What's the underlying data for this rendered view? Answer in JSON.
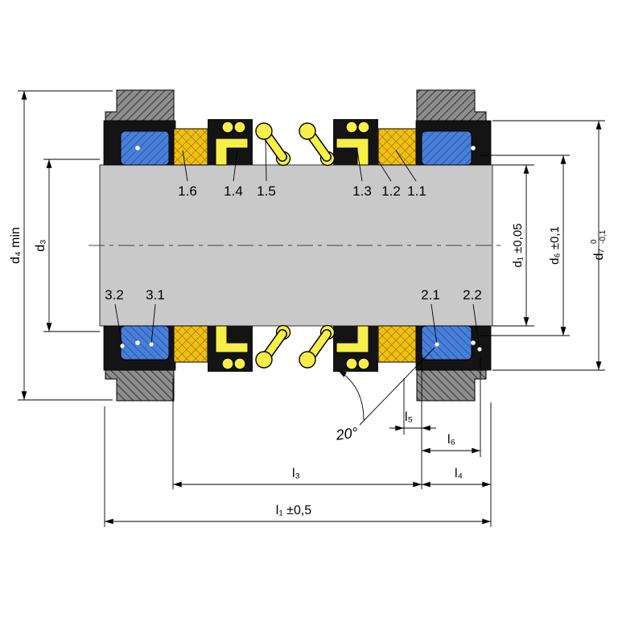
{
  "title": "Mechanical seal cross-section technical drawing",
  "parts": {
    "p11": "1.1",
    "p12": "1.2",
    "p13": "1.3",
    "p14": "1.4",
    "p15": "1.5",
    "p16": "1.6",
    "p21": "2.1",
    "p22": "2.2",
    "p31": "3.1",
    "p32": "3.2"
  },
  "dimensions": {
    "d4": "d₄ min",
    "d3": "d₃",
    "d1": "d₁ ±0,05",
    "d6": "d₆ ±0,1",
    "d7": "d₇",
    "d7_tol_upper": "0",
    "d7_tol_lower": "-0,1",
    "l5": "l₅",
    "l6": "l₆",
    "l3": "l₃",
    "l4": "l₄",
    "l1": "l₁ ±0,5",
    "angle": "20°"
  },
  "colors": {
    "shaft_gray": "#c9c9c9",
    "housing_gray": "#8d8d8d",
    "elastomer_black": "#141414",
    "seal_face_blue": "#4a7fd8",
    "metal_gold": "#f0c013",
    "spring_yellow": "#f6ef47"
  }
}
